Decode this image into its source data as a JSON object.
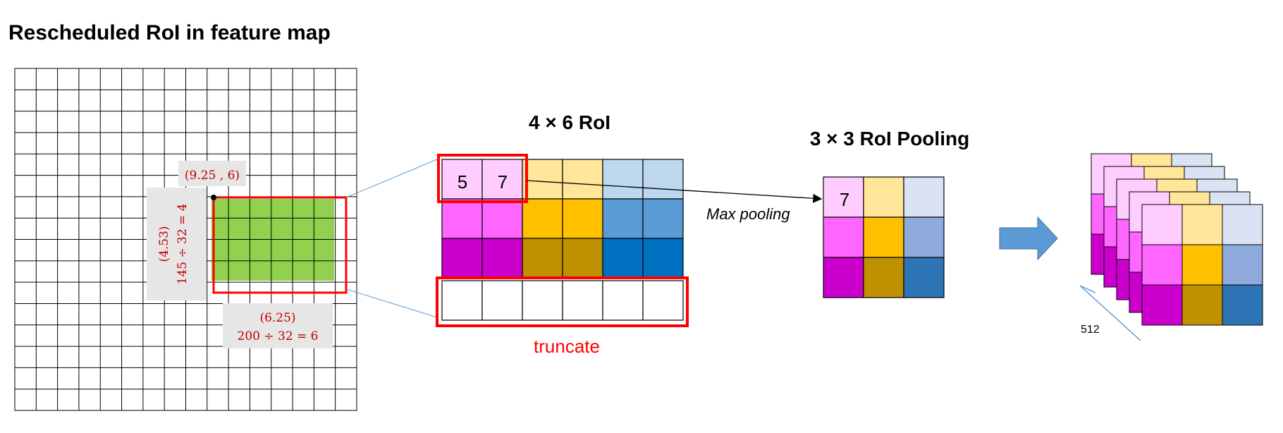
{
  "title": "Rescheduled RoI in feature map",
  "roi_heading": "4 × 6 RoI",
  "pooling_heading": "3 × 3 RoI Pooling",
  "labels": {
    "top_left_coord": "(9.25 , 6)",
    "height_calc_a": "(4.53)",
    "height_calc_b": "145 ÷ 32 = 4",
    "width_calc_a": "(6.25)",
    "width_calc_b": "200 ÷ 32 = 6",
    "max_pooling": "Max pooling",
    "truncate": "truncate",
    "depth": "512"
  },
  "roi_values": [
    "5",
    "7"
  ],
  "pooled_value": "7",
  "colors": {
    "roi_green": "#92d050",
    "roi_border": "#ff0000",
    "label_bg": "#e6e6e6",
    "label_text": "#c00000",
    "truncate_text": "#ff0000",
    "arrow_fill": "#5b9bd5",
    "guide_line": "#5b9bd5"
  },
  "roi_grid_colors": [
    [
      "#ffccff",
      "#ffccff",
      "#ffe699",
      "#ffe699",
      "#bdd7ee",
      "#bdd7ee"
    ],
    [
      "#ff66ff",
      "#ff66ff",
      "#ffc000",
      "#ffc000",
      "#5b9bd5",
      "#5b9bd5"
    ],
    [
      "#cc00cc",
      "#cc00cc",
      "#bf9000",
      "#bf9000",
      "#0070c0",
      "#0070c0"
    ],
    [
      "#ffffff",
      "#ffffff",
      "#ffffff",
      "#ffffff",
      "#ffffff",
      "#ffffff"
    ]
  ],
  "pool_grid_colors": [
    [
      "#ffccff",
      "#ffe699",
      "#dae3f3"
    ],
    [
      "#ff66ff",
      "#ffc000",
      "#8faadc"
    ],
    [
      "#cc00cc",
      "#bf9000",
      "#2e75b6"
    ]
  ]
}
